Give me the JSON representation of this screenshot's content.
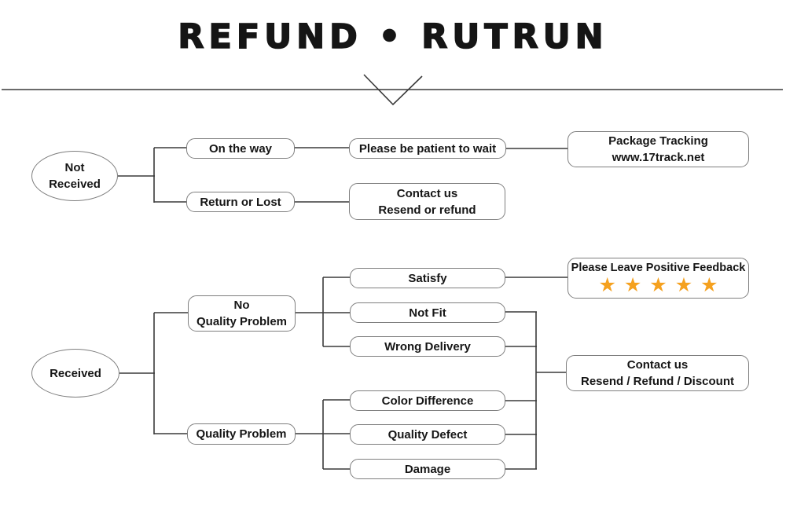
{
  "title": "REFUND • RUTRUN",
  "colors": {
    "star": "#F5A11F",
    "connector_line": "#3a3a3a",
    "box_border": "#7e7e7e"
  },
  "nodes": {
    "not_received": {
      "line1": "Not",
      "line2": "Received"
    },
    "on_the_way": {
      "label": "On the way"
    },
    "be_patient": {
      "label": "Please be patient to wait"
    },
    "package_tracking": {
      "line1": "Package Tracking",
      "line2": "www.17track.net"
    },
    "return_or_lost": {
      "label": "Return or Lost"
    },
    "contact_resend_refund": {
      "line1": "Contact us",
      "line2": "Resend or refund"
    },
    "received": {
      "label": "Received"
    },
    "no_quality_problem": {
      "line1": "No",
      "line2": "Quality Problem"
    },
    "quality_problem": {
      "label": "Quality Problem"
    },
    "satisfy": {
      "label": "Satisfy"
    },
    "not_fit": {
      "label": "Not Fit"
    },
    "wrong_delivery": {
      "label": "Wrong Delivery"
    },
    "color_difference": {
      "label": "Color Difference"
    },
    "quality_defect": {
      "label": "Quality Defect"
    },
    "damage": {
      "label": "Damage"
    },
    "positive_feedback": {
      "label": "Please Leave Positive Feedback",
      "stars": "★★★★★",
      "star_count": 5
    },
    "contact_resend_refund_discount": {
      "line1": "Contact us",
      "line2": "Resend / Refund / Discount"
    }
  }
}
